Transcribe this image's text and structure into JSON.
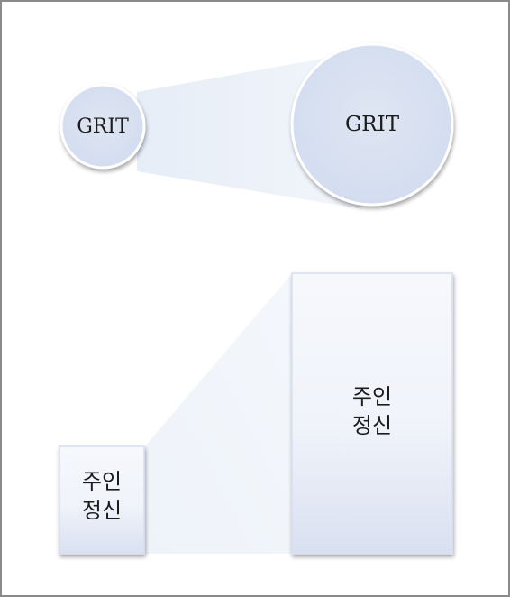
{
  "diagram": {
    "top_row": {
      "small_circle_label": "GRIT",
      "large_circle_label": "GRIT"
    },
    "bottom_row": {
      "small_box_label": "주인\n정신",
      "large_box_label": "주인\n정신"
    }
  }
}
